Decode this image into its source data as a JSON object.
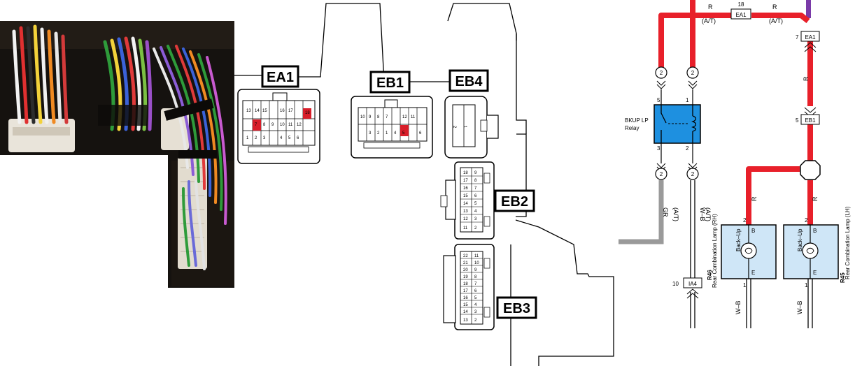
{
  "photo": {
    "kind": "harness-connector-photo"
  },
  "connectors": {
    "ea1": {
      "label": "EA1"
    },
    "eb1": {
      "label": "EB1"
    },
    "eb4": {
      "label": "EB4"
    },
    "eb2": {
      "label": "EB2"
    },
    "eb3": {
      "label": "EB3"
    }
  },
  "schematic": {
    "wire_r": "R",
    "wire_at": "(A/T)",
    "wire_gr": "GR",
    "wire_wb": "W–B",
    "inline_ea1_pin": "18",
    "inline_ea1_label": "EA1",
    "ea1_pin": "7",
    "ea1_label": "EA1",
    "eb1_pin": "5",
    "eb1_label": "EB1",
    "ia4_pin": "10",
    "ia4_label": "IA4",
    "relay_name": "BKUP LP",
    "relay_sub": "Relay",
    "relay_pins": {
      "p5": "5",
      "p1": "1",
      "p3": "3",
      "p2": "2"
    },
    "circle_pin": "2",
    "lamp_rh": {
      "title": "Back–Up",
      "code": "R46",
      "name": "Rear Combination Lamp (RH)",
      "b": "B",
      "e": "E",
      "pin_top": "2",
      "pin_bottom": "1"
    },
    "lamp_lh": {
      "title": "Back–Up",
      "code": "R45",
      "name": "Rear Combination Lamp (LH)",
      "b": "B",
      "e": "E",
      "pin_top": "2",
      "pin_bottom": "1"
    }
  },
  "colors": {
    "red_wire": "#e8202a",
    "gray_wire": "#9a9a9a",
    "relay_fill": "#1e90e0",
    "lamp_fill": "#cfe6f7",
    "purple_wire": "#7a3aa8"
  }
}
